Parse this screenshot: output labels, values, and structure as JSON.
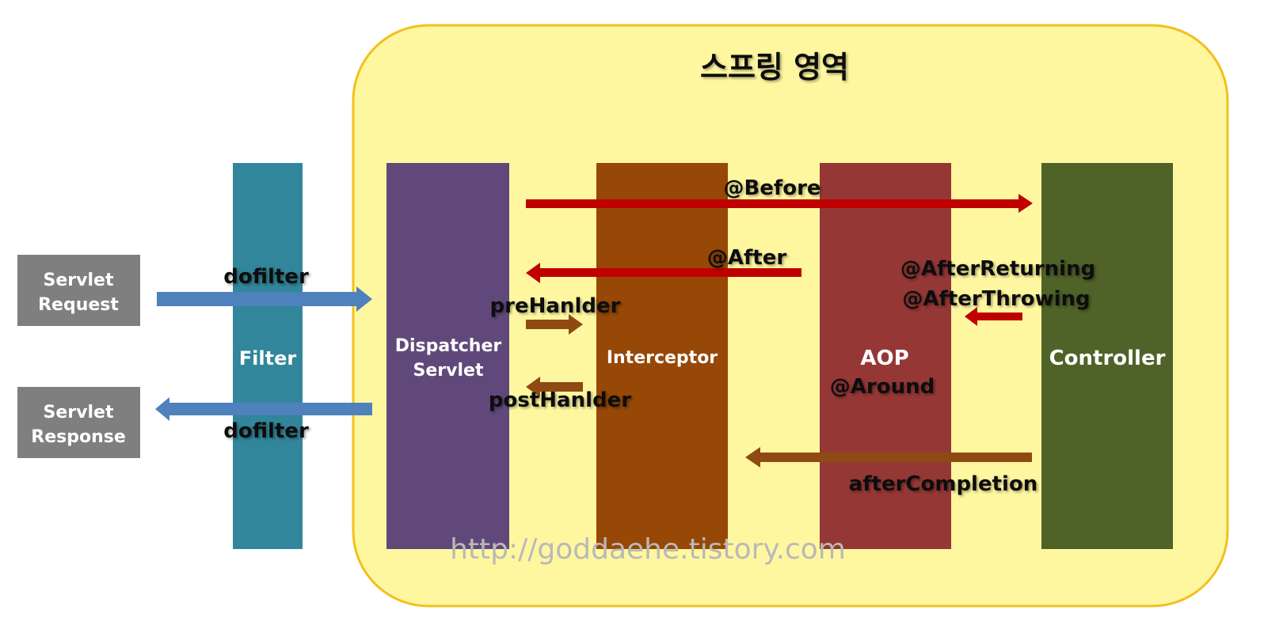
{
  "title": "스프링 영역",
  "watermark": "http://goddaehe.tistory.com",
  "colors": {
    "spring_area_fill": "#fff7a0",
    "spring_area_border": "#f2c01f",
    "filter": "#31869b",
    "dispatcher": "#60497a",
    "interceptor": "#974706",
    "aop": "#953735",
    "controller": "#4f6228",
    "servlet_box": "#7f7f7f",
    "blue_arrow": "#4f81bd",
    "red_arrow": "#c00000",
    "brown_arrow": "#8e4a12"
  },
  "left_boxes": {
    "request": [
      "Servlet",
      "Request"
    ],
    "response": [
      "Servlet",
      "Response"
    ]
  },
  "components": {
    "filter": "Filter",
    "dispatcher": [
      "Dispatcher",
      "Servlet"
    ],
    "interceptor": "Interceptor",
    "aop": "AOP",
    "controller": "Controller"
  },
  "labels": {
    "dofilter_in": "dofilter",
    "dofilter_out": "dofilter",
    "before": "@Before",
    "after": "@After",
    "after_returning": "@AfterReturning",
    "after_throwing": "@AfterThrowing",
    "pre_handler": "preHanlder",
    "post_handler": "postHanlder",
    "around": "@Around",
    "after_completion": "afterCompletion"
  }
}
